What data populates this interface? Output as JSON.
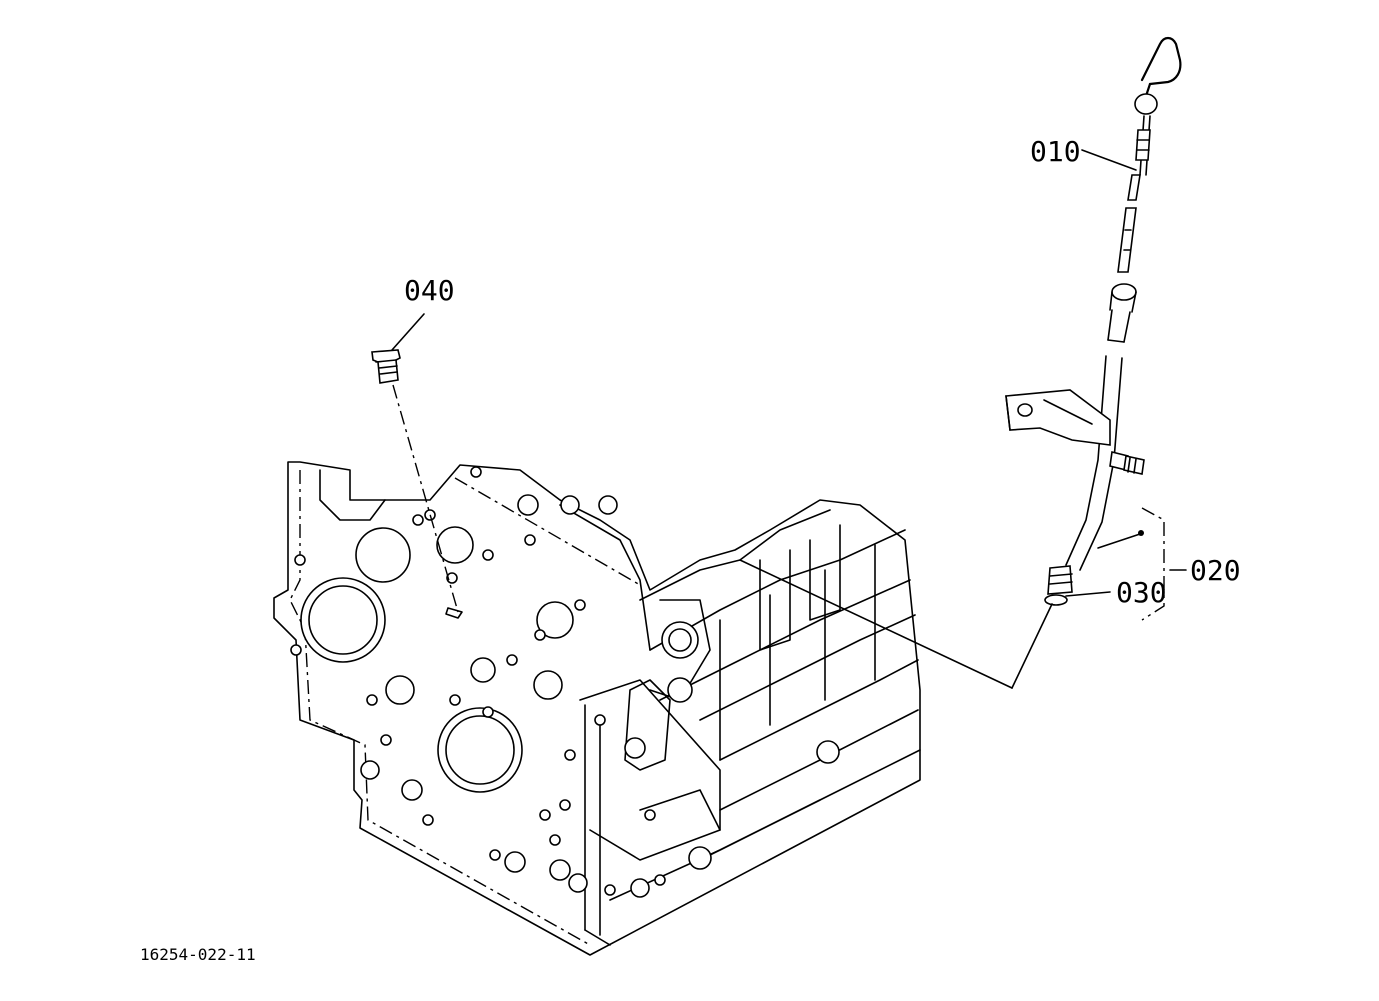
{
  "callouts": {
    "c010": "010",
    "c020": "020",
    "c030": "030",
    "c040": "040"
  },
  "drawing_number": "16254-022-11",
  "colors": {
    "line": "#000000",
    "background": "#ffffff"
  }
}
